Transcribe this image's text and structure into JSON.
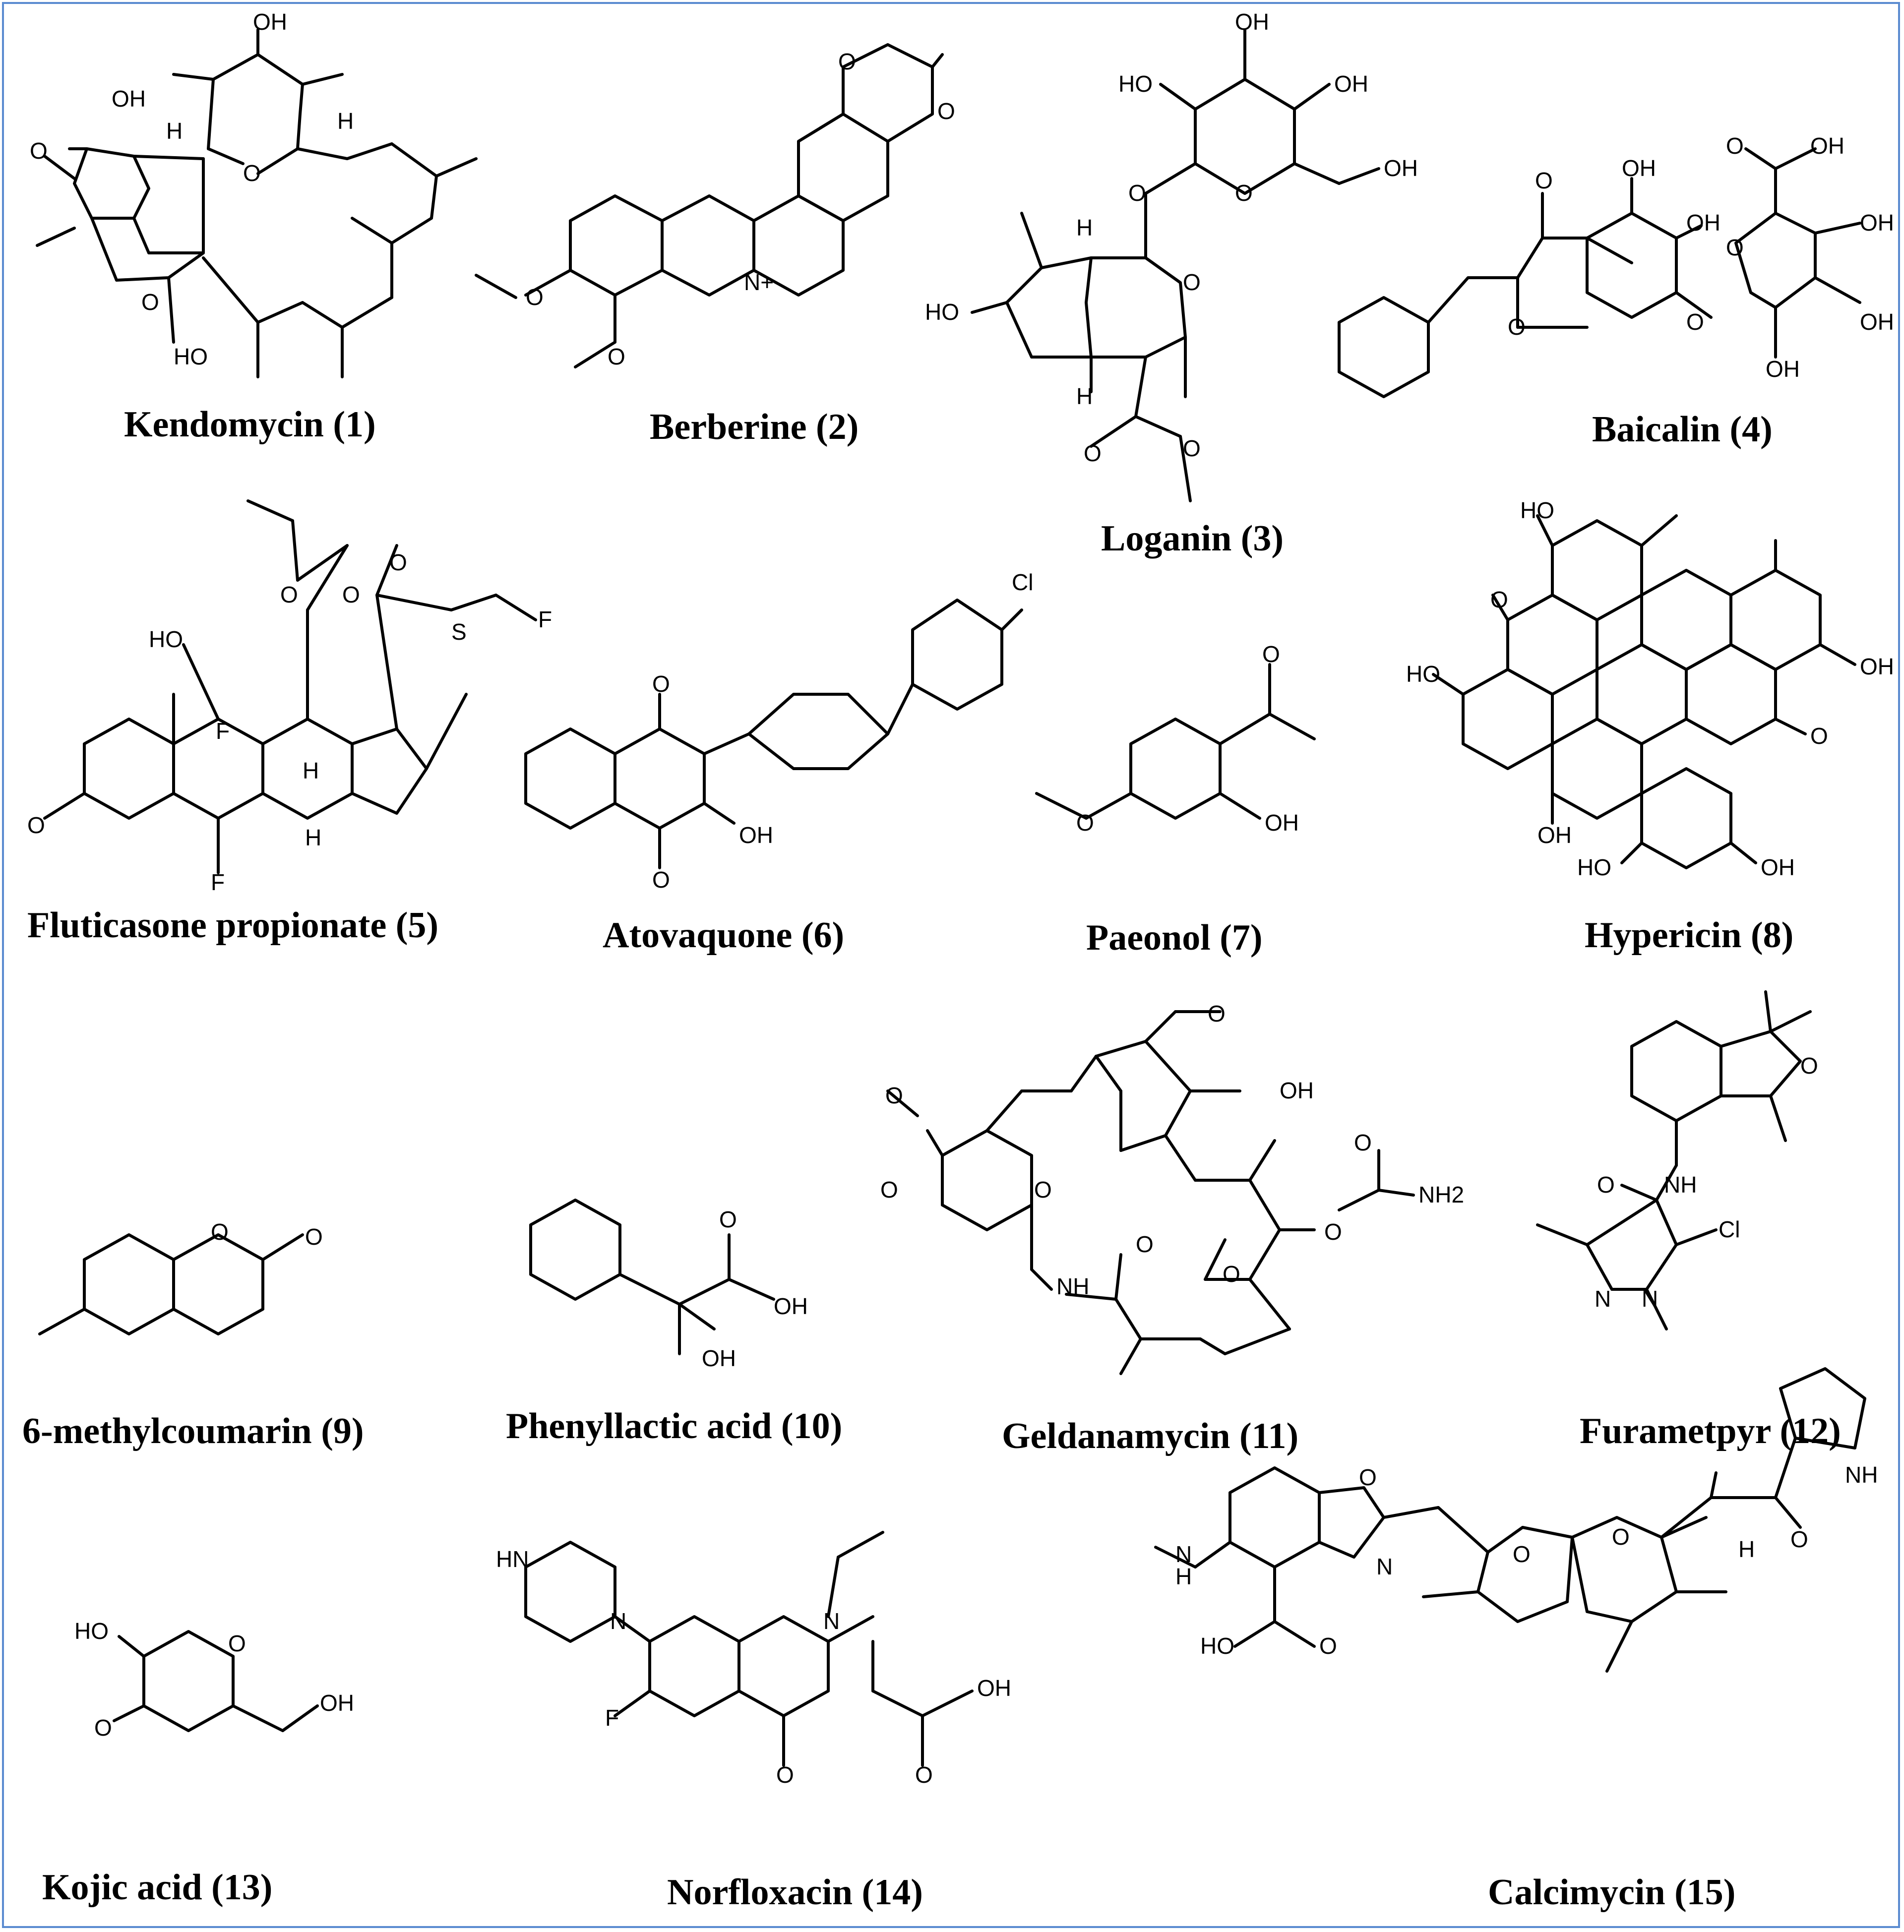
{
  "figure": {
    "border_color": "#5b8bd0",
    "compounds": [
      {
        "id": 1,
        "caption": "Kendomycin (1)"
      },
      {
        "id": 2,
        "caption": "Berberine (2)"
      },
      {
        "id": 3,
        "caption": "Loganin (3)"
      },
      {
        "id": 4,
        "caption": "Baicalin (4)"
      },
      {
        "id": 5,
        "caption": "Fluticasone propionate (5)"
      },
      {
        "id": 6,
        "caption": "Atovaquone (6)"
      },
      {
        "id": 7,
        "caption": "Paeonol (7)"
      },
      {
        "id": 8,
        "caption": "Hypericin (8)"
      },
      {
        "id": 9,
        "caption": "6-methylcoumarin (9)"
      },
      {
        "id": 10,
        "caption": "Phenyllactic acid (10)"
      },
      {
        "id": 11,
        "caption": "Geldanamycin (11)"
      },
      {
        "id": 12,
        "caption": "Furametpyr (12)"
      },
      {
        "id": 13,
        "caption": "Kojic acid (13)"
      },
      {
        "id": 14,
        "caption": "Norfloxacin (14)"
      },
      {
        "id": 15,
        "caption": "Calcimycin (15)"
      }
    ],
    "atom_labels": {
      "oh": "OH",
      "ho": "HO",
      "o": "O",
      "h": "H",
      "f": "F",
      "s": "S",
      "cl": "Cl",
      "n": "N",
      "nplus": "N+",
      "nh": "NH",
      "hn": "HN",
      "h_n": "H",
      "nh2": "NH2"
    }
  }
}
